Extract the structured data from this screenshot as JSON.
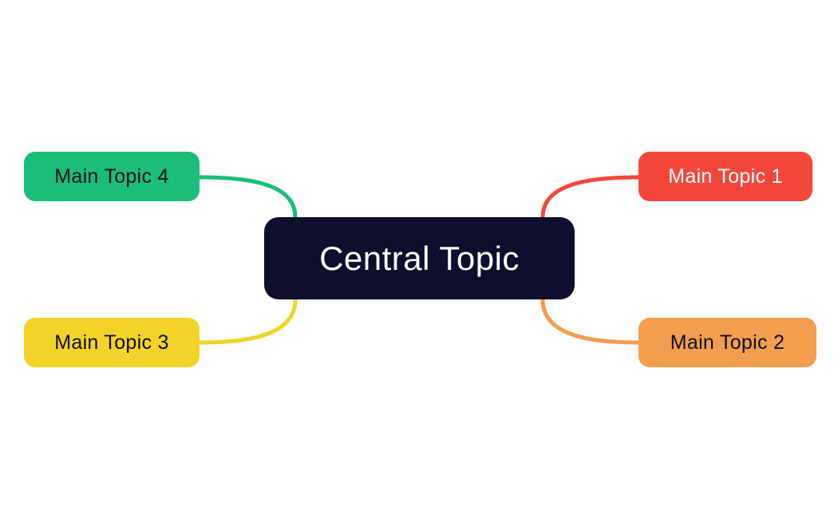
{
  "diagram": {
    "type": "mindmap",
    "background_color": "#ffffff",
    "central": {
      "label": "Central Topic",
      "color": "#0e0e2e",
      "text_color": "#ffffff"
    },
    "topics": [
      {
        "label": "Main Topic 1",
        "color": "#f4473c",
        "text_color": "#ffffff",
        "position": "top-right"
      },
      {
        "label": "Main Topic 2",
        "color": "#f29e4e",
        "text_color": "#10101e",
        "position": "bottom-right"
      },
      {
        "label": "Main Topic 3",
        "color": "#f2d428",
        "text_color": "#10101e",
        "position": "bottom-left"
      },
      {
        "label": "Main Topic 4",
        "color": "#1bbe78",
        "text_color": "#10101e",
        "position": "top-left"
      }
    ]
  }
}
